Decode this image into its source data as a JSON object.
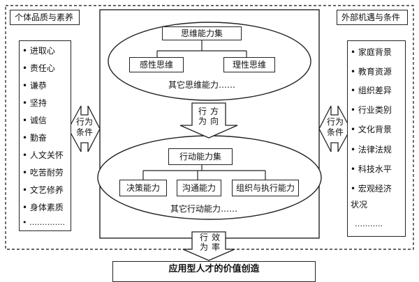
{
  "left_panel": {
    "title": "个体品质与素养",
    "items": [
      "• 进取心",
      "• 责任心",
      "• 谦恭",
      "• 坚持",
      "• 诚信",
      "• 勤奋",
      "• 人文关怀",
      "• 吃苦耐劳",
      "• 文艺修养",
      "• 身体素质",
      "• ………….."
    ]
  },
  "right_panel": {
    "title": "外部机遇与条件",
    "items": [
      "• 家庭背景",
      "• 教育资源",
      "• 组织差异",
      "• 行业类别",
      "• 文化背景",
      "• 法律法规",
      "• 科技水平",
      "• 宏观经济",
      "状况",
      "……….."
    ]
  },
  "left_arrow": {
    "label": "行为条件"
  },
  "right_arrow": {
    "label": "行为条件"
  },
  "thinking": {
    "title": "思维能力集",
    "children": [
      "感性思维",
      "理性思维"
    ],
    "other": "其它思维能力……"
  },
  "middle_arrow": {
    "col1": "行为",
    "col2": "方向"
  },
  "action": {
    "title": "行动能力集",
    "children": [
      "决策能力",
      "沟通能力",
      "组织与执行能力"
    ],
    "other": "其它行动能力……"
  },
  "bottom_arrow": {
    "col1": "行为",
    "col2": "效率"
  },
  "result": {
    "title": "应用型人才的价值创造"
  }
}
